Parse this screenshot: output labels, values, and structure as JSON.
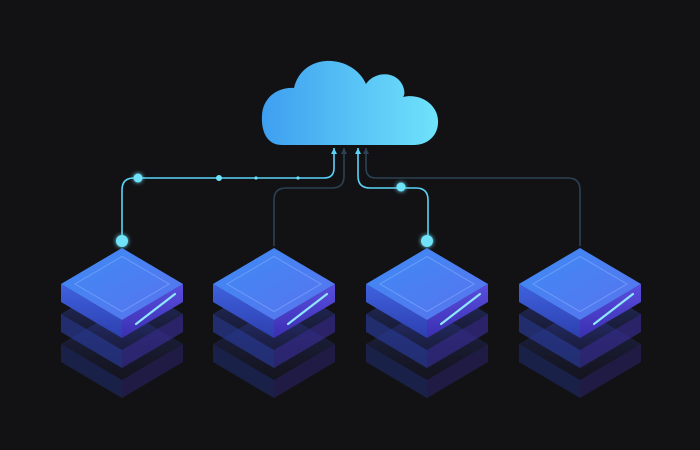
{
  "colors": {
    "background": "#121214",
    "cloud_left": "#3e9ff0",
    "cloud_right": "#6fe3fb",
    "active_line": "#5ad3f8",
    "inactive_line": "#2b4154",
    "node_dot": "#6fe3fb",
    "server_top": "#4e7ff2",
    "server_side": "#3a5bd8",
    "server_accent": "#8fe6ff"
  },
  "diagram": {
    "type": "cloud-to-servers",
    "cloud": {
      "icon": "cloud-icon"
    },
    "servers": [
      {
        "icon": "server-stack-icon",
        "connection": "active"
      },
      {
        "icon": "server-stack-icon",
        "connection": "inactive"
      },
      {
        "icon": "server-stack-icon",
        "connection": "active"
      },
      {
        "icon": "server-stack-icon",
        "connection": "inactive"
      }
    ]
  }
}
